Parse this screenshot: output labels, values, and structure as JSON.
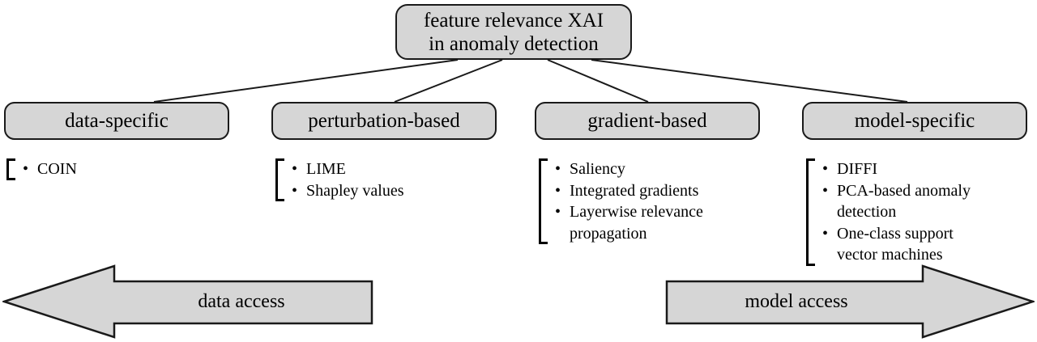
{
  "diagram": {
    "root": {
      "line1": "feature relevance XAI",
      "line2": "in anomaly detection"
    },
    "categories": [
      {
        "label": "data-specific"
      },
      {
        "label": "perturbation-based"
      },
      {
        "label": "gradient-based"
      },
      {
        "label": "model-specific"
      }
    ],
    "lists": [
      {
        "items": [
          "COIN"
        ]
      },
      {
        "items": [
          "LIME",
          "Shapley values"
        ]
      },
      {
        "items": [
          "Saliency",
          "Integrated gradients",
          "Layerwise relevance\npropagation"
        ]
      },
      {
        "items": [
          "DIFFI",
          "PCA-based anomaly\ndetection",
          "One-class support\nvector machines"
        ]
      }
    ],
    "arrows": [
      {
        "label": "data access",
        "direction": "left"
      },
      {
        "label": "model access",
        "direction": "right"
      }
    ],
    "colors": {
      "node_fill": "#d6d6d6",
      "node_stroke": "#1a1a1a",
      "arrow_fill": "#d6d6d6",
      "arrow_stroke": "#1a1a1a",
      "text": "#000000",
      "background": "#ffffff"
    }
  }
}
